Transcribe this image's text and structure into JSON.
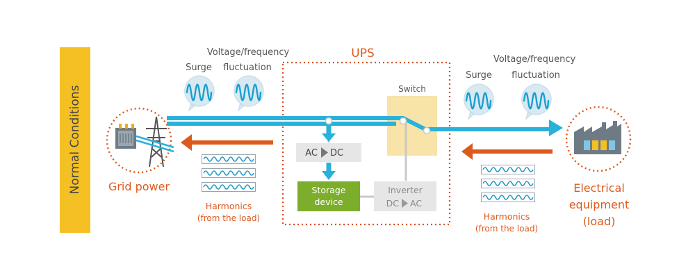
{
  "side_label": "Normal Conditions",
  "left": {
    "surge_label": "Surge",
    "vf_label_line1": "Voltage/frequency",
    "vf_label_line2": "fluctuation",
    "source_label": "Grid power",
    "harmonics_line1": "Harmonics",
    "harmonics_line2": "(from the load)"
  },
  "ups": {
    "title": "UPS",
    "switch_label": "Switch",
    "acdc_left": "AC",
    "acdc_right": "DC",
    "storage_line1": "Storage",
    "storage_line2": "device",
    "inverter_line1": "Inverter",
    "inverter_left": "DC",
    "inverter_right": "AC"
  },
  "right": {
    "surge_label": "Surge",
    "vf_label_line1": "Voltage/frequency",
    "vf_label_line2": "fluctuation",
    "load_line1": "Electrical",
    "load_line2": "equipment",
    "load_line3": "(load)",
    "harmonics_line1": "Harmonics",
    "harmonics_line2": "(from the load)"
  },
  "colors": {
    "side_bar": "#f5c023",
    "side_text": "#444444",
    "flow": "#29b1d9",
    "accent": "#dd5a1e",
    "ups_border": "#d2522a",
    "switch_fill": "#f8e3a8",
    "storage_fill": "#7cae2c",
    "box_gray": "#e6e6e6",
    "label_gray": "#555555",
    "wave_blue": "#2a9bc4"
  },
  "icons": {
    "wave_bubble": "sine-wave-bubble-icon",
    "grid": "transmission-tower-icon",
    "load": "factory-icon",
    "harmonics": "harmonic-waves-icon",
    "arrow": "play-triangle-icon"
  }
}
